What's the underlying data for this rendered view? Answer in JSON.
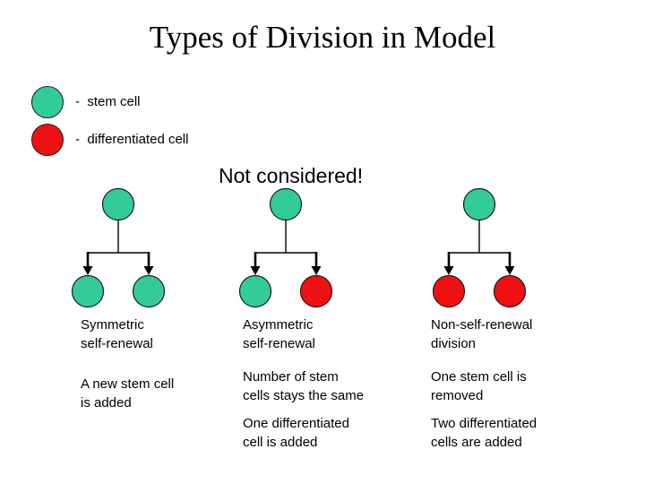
{
  "slide": {
    "title": "Types of Division in Model",
    "note_banner": "Not considered!"
  },
  "colors": {
    "stem_cell": "#33cc99",
    "differentiated_cell": "#ee1111",
    "outline": "#1b1b1b"
  },
  "legend": {
    "items": [
      {
        "cell_type": "stem_cell",
        "label": "-  stem cell"
      },
      {
        "cell_type": "differentiated_cell",
        "label": "-  differentiated cell"
      }
    ]
  },
  "divisions": [
    {
      "id": "symmetric-self-renewal",
      "parent_cell": "stem_cell",
      "daughter_cells": [
        "stem_cell",
        "stem_cell"
      ],
      "label": "Symmetric\nself-renewal",
      "effects": [
        "A new stem cell\nis added"
      ]
    },
    {
      "id": "asymmetric-self-renewal",
      "parent_cell": "stem_cell",
      "daughter_cells": [
        "stem_cell",
        "differentiated_cell"
      ],
      "label": "Asymmetric\nself-renewal",
      "effects": [
        "Number of stem\ncells stays the same",
        "One differentiated\ncell is added"
      ]
    },
    {
      "id": "non-self-renewal-division",
      "parent_cell": "stem_cell",
      "daughter_cells": [
        "differentiated_cell",
        "differentiated_cell"
      ],
      "label": "Non-self-renewal\ndivision",
      "effects": [
        "One stem cell is\nremoved",
        "Two differentiated\ncells are added"
      ]
    }
  ]
}
